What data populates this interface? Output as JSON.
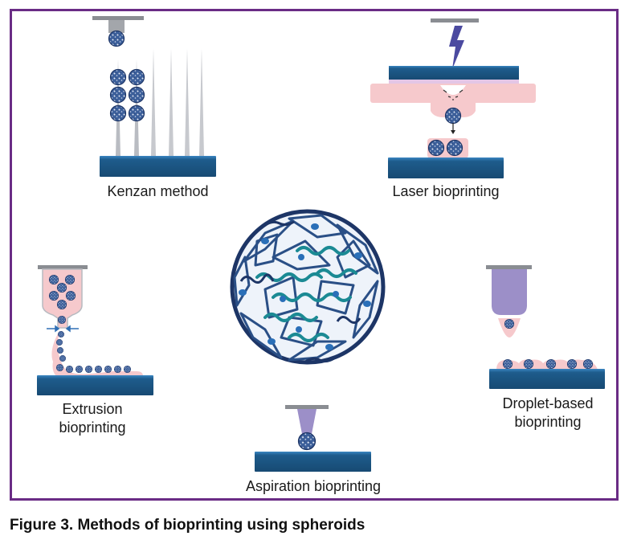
{
  "figure": {
    "caption": "Figure 3. Methods of bioprinting using spheroids"
  },
  "methods": [
    {
      "id": "kenzan",
      "label": "Kenzan method"
    },
    {
      "id": "laser",
      "label": "Laser bioprinting"
    },
    {
      "id": "extrusion",
      "label_line1": "Extrusion",
      "label_line2": "bioprinting"
    },
    {
      "id": "droplet",
      "label_line1": "Droplet-based",
      "label_line2": "bioprinting"
    },
    {
      "id": "aspiration",
      "label": "Aspiration bioprinting"
    }
  ],
  "colors": {
    "frame": "#6a2c85",
    "platform": "#1e5c8c",
    "platform_highlight": "#2f7ab5",
    "hydrogel_pink": "#f6c9cc",
    "nozzle_lavender": "#9c8fc8",
    "laser_bolt": "#4b4aa0",
    "spheroid_blue": "#2a4f86",
    "needle_gray": "#b9bcc2",
    "bar_gray": "#8a8d92"
  }
}
